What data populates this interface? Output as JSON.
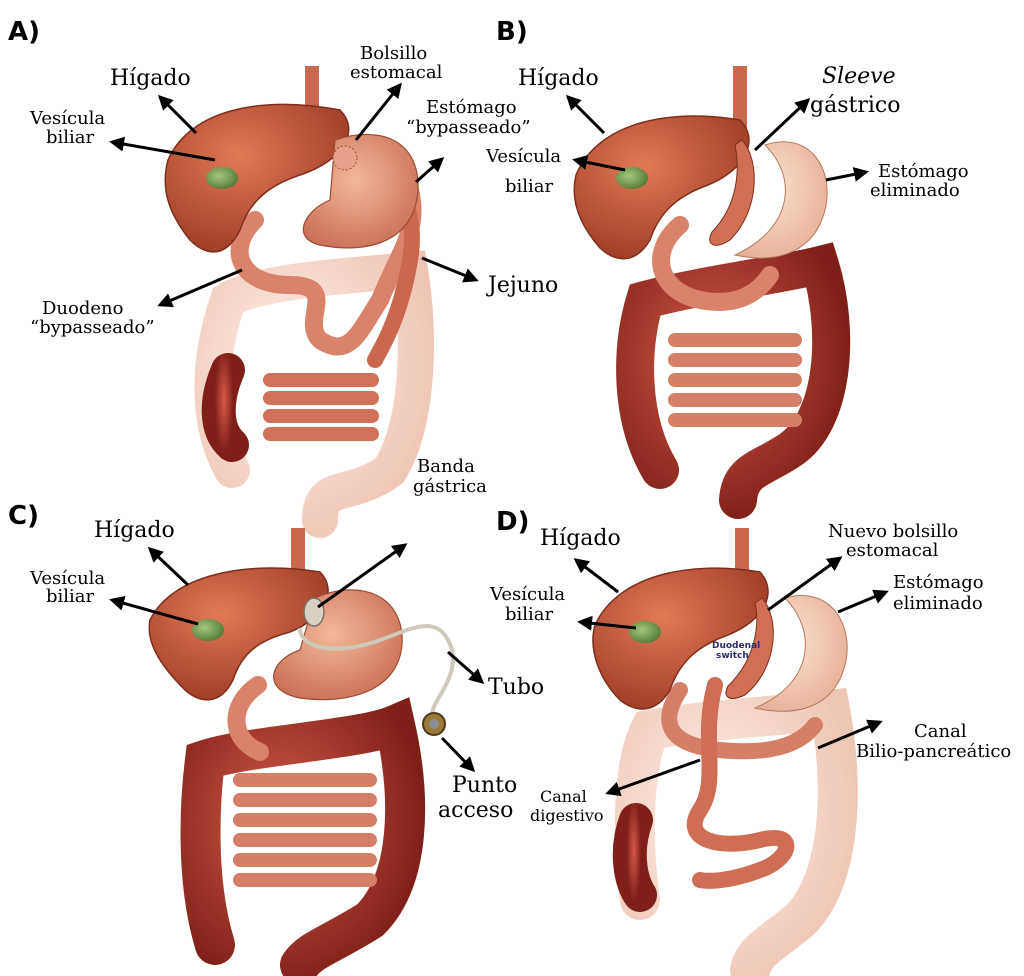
{
  "panels": {
    "a": {
      "letter": "A)",
      "labels": {
        "higado": "Hígado",
        "vesicula": [
          "Vesícula",
          "biliar"
        ],
        "bolsillo": [
          "Bolsillo",
          "estomacal"
        ],
        "estomago": [
          "Estómago",
          "“bypasseado”"
        ],
        "duodeno": [
          "Duodeno",
          "“bypasseado”"
        ],
        "jejuno": "Jejuno",
        "banda": [
          "Banda",
          "gástrica"
        ]
      }
    },
    "b": {
      "letter": "B)",
      "labels": {
        "higado": "Hígado",
        "vesicula": [
          "Vesícula",
          "biliar"
        ],
        "sleeve": [
          "Sleeve",
          "gástrico"
        ],
        "estomago": [
          "Estómago",
          "eliminado"
        ]
      }
    },
    "c": {
      "letter": "C)",
      "labels": {
        "higado": "Hígado",
        "vesicula": [
          "Vesícula",
          "biliar"
        ],
        "tubo": "Tubo",
        "punto": [
          "Punto",
          "acceso"
        ]
      }
    },
    "d": {
      "letter": "D)",
      "labels": {
        "higado": "Hígado",
        "vesicula": [
          "Vesícula",
          "biliar"
        ],
        "nuevo": [
          "Nuevo bolsillo",
          "estomacal"
        ],
        "estomago": [
          "Estómago",
          "eliminado"
        ],
        "switch": [
          "Duodenal",
          "switch"
        ],
        "canal_bilio": [
          "Canal",
          "Bilio-pancreático"
        ],
        "canal_digestivo": [
          "Canal",
          "digestivo"
        ]
      }
    }
  },
  "colors": {
    "liver": "#c4583a",
    "liver_dark": "#8f3522",
    "stomach": "#e0967a",
    "removed_stomach": "#f2c6ae",
    "gallbladder": "#6e9a4a",
    "colon": "#b43a30",
    "colon_faded": "#f3d6cc",
    "small_intestine": "#d67a62"
  }
}
